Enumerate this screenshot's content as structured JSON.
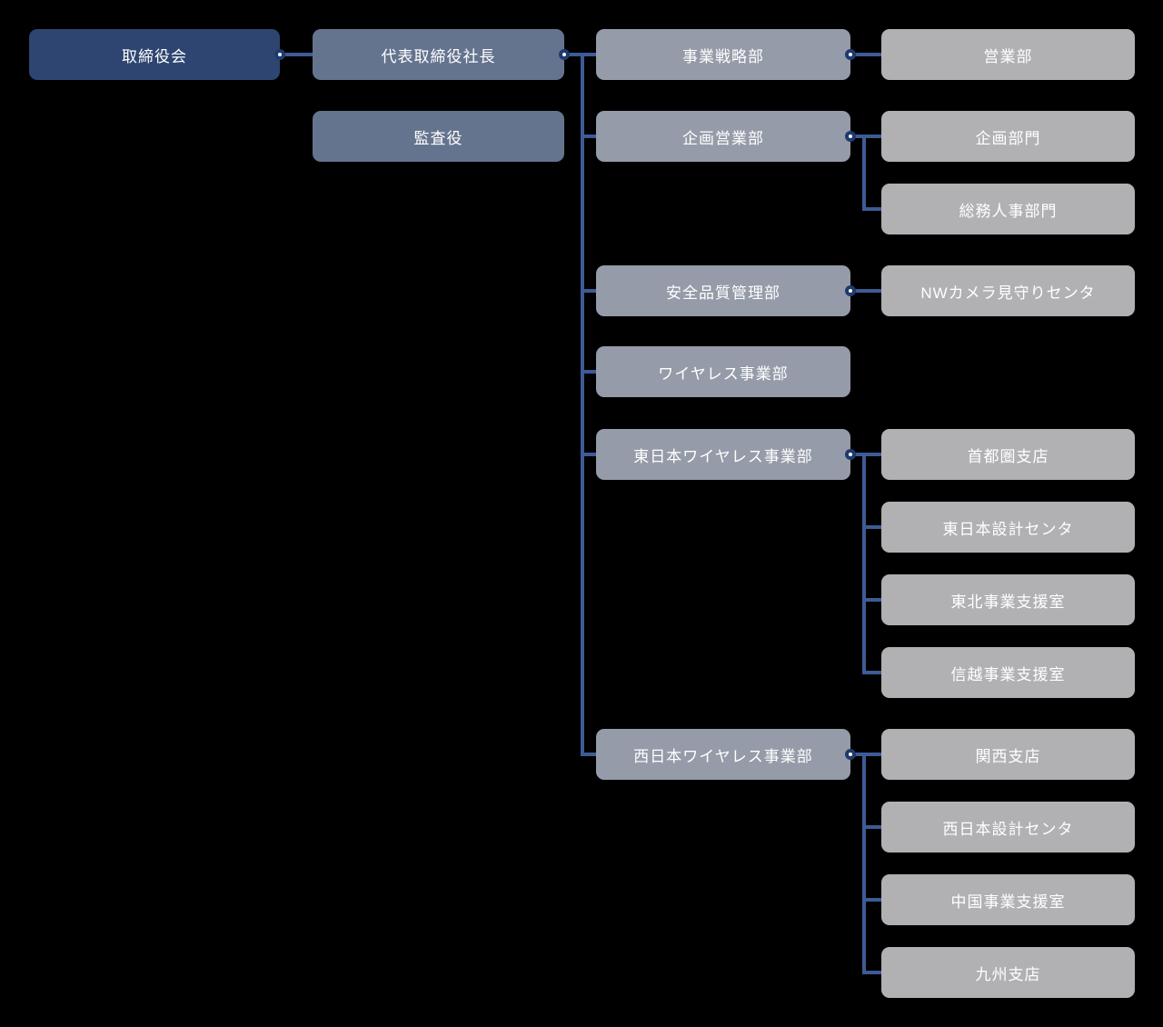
{
  "chart": {
    "type": "org-chart",
    "background": "#000000",
    "text_color": "#ffffff",
    "connector_color": "#3d5b96",
    "dot_ring_color": "#1f3a6e",
    "dot_center_color": "#ffffff",
    "level_colors": {
      "level1": "#2e4572",
      "level2": "#65748e",
      "level3": "#959ba8",
      "level4": "#b1b1b4"
    }
  },
  "nodes": {
    "board": {
      "label": "取締役会",
      "level": 1
    },
    "president": {
      "label": "代表取締役社長",
      "level": 2
    },
    "auditor": {
      "label": "監査役",
      "level": 2
    },
    "strategy": {
      "label": "事業戦略部",
      "level": 3
    },
    "planning_sales": {
      "label": "企画営業部",
      "level": 3
    },
    "safety_quality": {
      "label": "安全品質管理部",
      "level": 3
    },
    "wireless": {
      "label": "ワイヤレス事業部",
      "level": 3
    },
    "east_wireless": {
      "label": "東日本ワイヤレス事業部",
      "level": 3
    },
    "west_wireless": {
      "label": "西日本ワイヤレス事業部",
      "level": 3
    },
    "sales": {
      "label": "営業部",
      "level": 4
    },
    "planning_div": {
      "label": "企画部門",
      "level": 4
    },
    "general_affairs_hr": {
      "label": "総務人事部門",
      "level": 4
    },
    "nw_camera": {
      "label": "NWカメラ見守りセンタ",
      "level": 4
    },
    "metropolitan_branch": {
      "label": "首都圏支店",
      "level": 4
    },
    "east_design_center": {
      "label": "東日本設計センタ",
      "level": 4
    },
    "tohoku_support": {
      "label": "東北事業支援室",
      "level": 4
    },
    "shinetsu_support": {
      "label": "信越事業支援室",
      "level": 4
    },
    "kansai_branch": {
      "label": "関西支店",
      "level": 4
    },
    "west_design_center": {
      "label": "西日本設計センタ",
      "level": 4
    },
    "chugoku_support": {
      "label": "中国事業支援室",
      "level": 4
    },
    "kyushu_branch": {
      "label": "九州支店",
      "level": 4
    }
  },
  "hierarchy": {
    "取締役会": [
      "代表取締役社長"
    ],
    "代表取締役社長": [
      "事業戦略部",
      "企画営業部",
      "安全品質管理部",
      "ワイヤレス事業部",
      "東日本ワイヤレス事業部",
      "西日本ワイヤレス事業部"
    ],
    "事業戦略部": [
      "営業部"
    ],
    "企画営業部": [
      "企画部門",
      "総務人事部門"
    ],
    "安全品質管理部": [
      "NWカメラ見守りセンタ"
    ],
    "東日本ワイヤレス事業部": [
      "首都圏支店",
      "東日本設計センタ",
      "東北事業支援室",
      "信越事業支援室"
    ],
    "西日本ワイヤレス事業部": [
      "関西支店",
      "西日本設計センタ",
      "中国事業支援室",
      "九州支店"
    ],
    "unconnected": [
      "監査役"
    ]
  }
}
